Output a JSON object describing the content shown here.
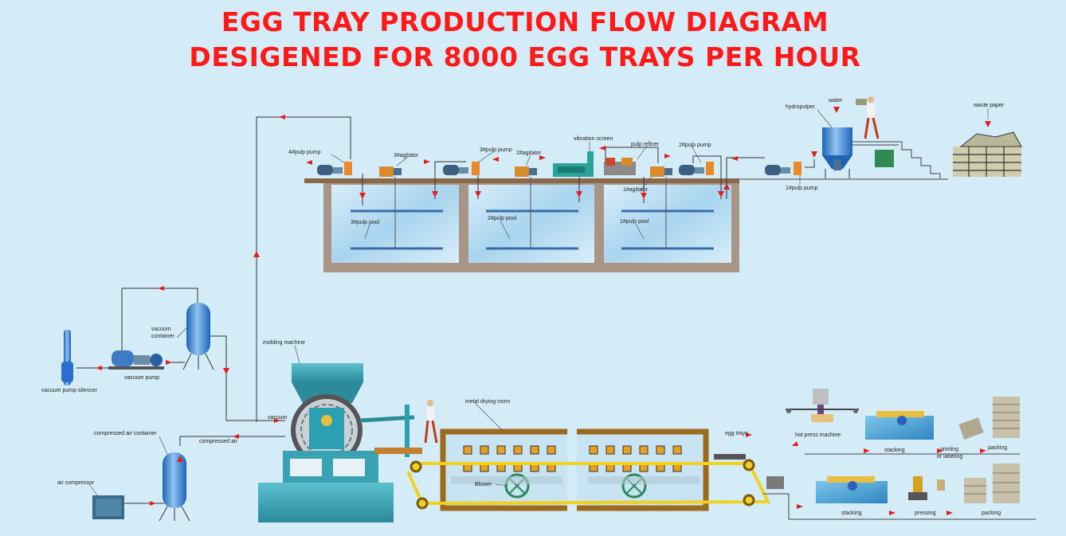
{
  "title_line1": "EGG TRAY PRODUCTION FLOW DIAGRAM",
  "title_line2": "DESIGENED FOR 8000 EGG TRAYS PER HOUR",
  "labels": {
    "water": "water",
    "hydropulper": "hydropulper",
    "waste_paper": "waste paper",
    "vibration_screen": "vibration screen",
    "pulp_refiner": "pulp refiner",
    "pump4": "4#pulp pump",
    "agitator3": "3#agitator",
    "pump3": "3#pulp pump",
    "agitator2": "2#agitator",
    "pump2": "2#pulp pump",
    "pump1": "1#pulp pump",
    "agitator1": "1#agitator",
    "pool3": "3#pulp pool",
    "pool2": "2#pulp pool",
    "pool1": "1#pulp pool",
    "vacuum_container": "vacuum container",
    "vacuum_pump": "vacuum pump",
    "vacuum_pump_silencer": "vacuum pump silencer",
    "molding_machine": "molding machine",
    "vacuum": "vacuum",
    "compressed_air": "compressed air",
    "compressed_air_container": "compressed air container",
    "air_compressor": "air compressor",
    "metal_drying_room": "metal drying room",
    "blower": "Blower",
    "egg_trays": "egg trays",
    "hot_press_machine": "hot press machine",
    "stacking_top": "stacking",
    "printing_labeling_1": "printing",
    "printing_labeling_2": "or labeling",
    "packing_top": "packing",
    "stacking_bottom": "stacking",
    "pressing": "pressing",
    "packing_bottom": "packing"
  },
  "colors": {
    "background": "#d4ecf7",
    "title": "#ff1a1a",
    "pipe": "#333333",
    "arrow": "#e02020",
    "tank_wall": "#a89585",
    "water": "#bfe0f4",
    "machine_teal": "#2e9fb0",
    "machine_blue": "#2a6fc9",
    "conveyor_yellow": "#f0d020",
    "drying_room_frame": "#9a6a1e"
  },
  "icons": [
    "pump-icon",
    "agitator-icon",
    "hydropulper-icon",
    "worker-icon",
    "waste-paper-bale-icon",
    "blower-fan-icon",
    "tank-icon",
    "egg-tray-stack-icon"
  ]
}
